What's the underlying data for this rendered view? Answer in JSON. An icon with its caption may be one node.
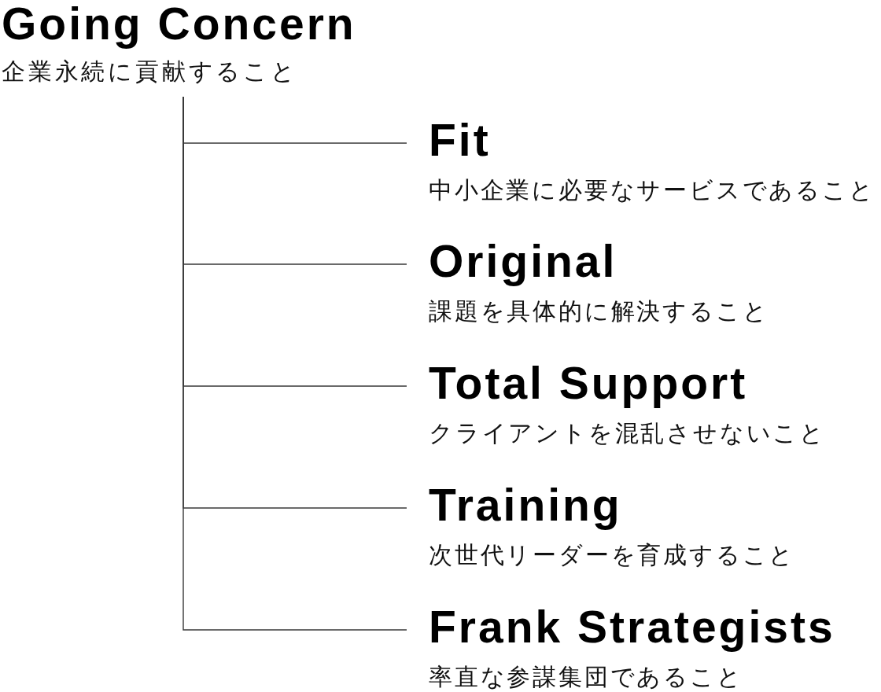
{
  "diagram": {
    "nodes": [
      {
        "text": [
          "Going Concern",
          "企業永続に貢献すること"
        ]
      },
      {
        "text": [
          "Fit",
          "中小企業に必要なサービスであること"
        ]
      },
      {
        "text": [
          "Original",
          "課題を具体的に解決すること"
        ]
      },
      {
        "text": [
          "Total Support",
          "クライアントを混乱させないこと"
        ]
      },
      {
        "text": [
          "Training",
          "次世代リーダーを育成すること"
        ]
      },
      {
        "text": [
          "Frank Strategists",
          "率直な参謀集団であること"
        ]
      }
    ],
    "edges": [
      {
        "from": 0,
        "to": 1,
        "arrow": "none"
      },
      {
        "from": 0,
        "to": 2,
        "arrow": "none"
      },
      {
        "from": 0,
        "to": 3,
        "arrow": "none"
      },
      {
        "from": 0,
        "to": 4,
        "arrow": "none"
      },
      {
        "from": 0,
        "to": 5,
        "arrow": "none"
      }
    ]
  }
}
